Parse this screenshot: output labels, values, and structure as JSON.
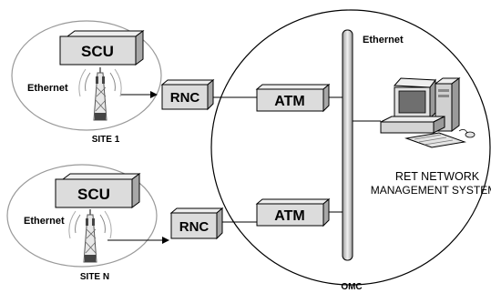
{
  "nodes": {
    "scu_top": "SCU",
    "scu_bottom": "SCU",
    "rnc_top": "RNC",
    "rnc_bottom": "RNC",
    "atm_top": "ATM",
    "atm_bottom": "ATM"
  },
  "labels": {
    "ethernet_site1": "Ethernet",
    "ethernet_siten": "Ethernet",
    "ethernet_bus": "Ethernet",
    "site1": "SITE 1",
    "siten": "SITE N",
    "omc": "OMC",
    "nms_line1": "RET NETWORK",
    "nms_line2": "MANAGEMENT SYSTEM"
  },
  "icons": {
    "tower": "antenna-tower-icon",
    "computer": "computer-workstation-icon"
  },
  "colors": {
    "box_fill": "#dcdcdc",
    "box_side": "#a8a8a8",
    "box_top": "#eeeeee",
    "site_oval": "#9a9a9a",
    "bus_fill": "#d6d6d6"
  }
}
